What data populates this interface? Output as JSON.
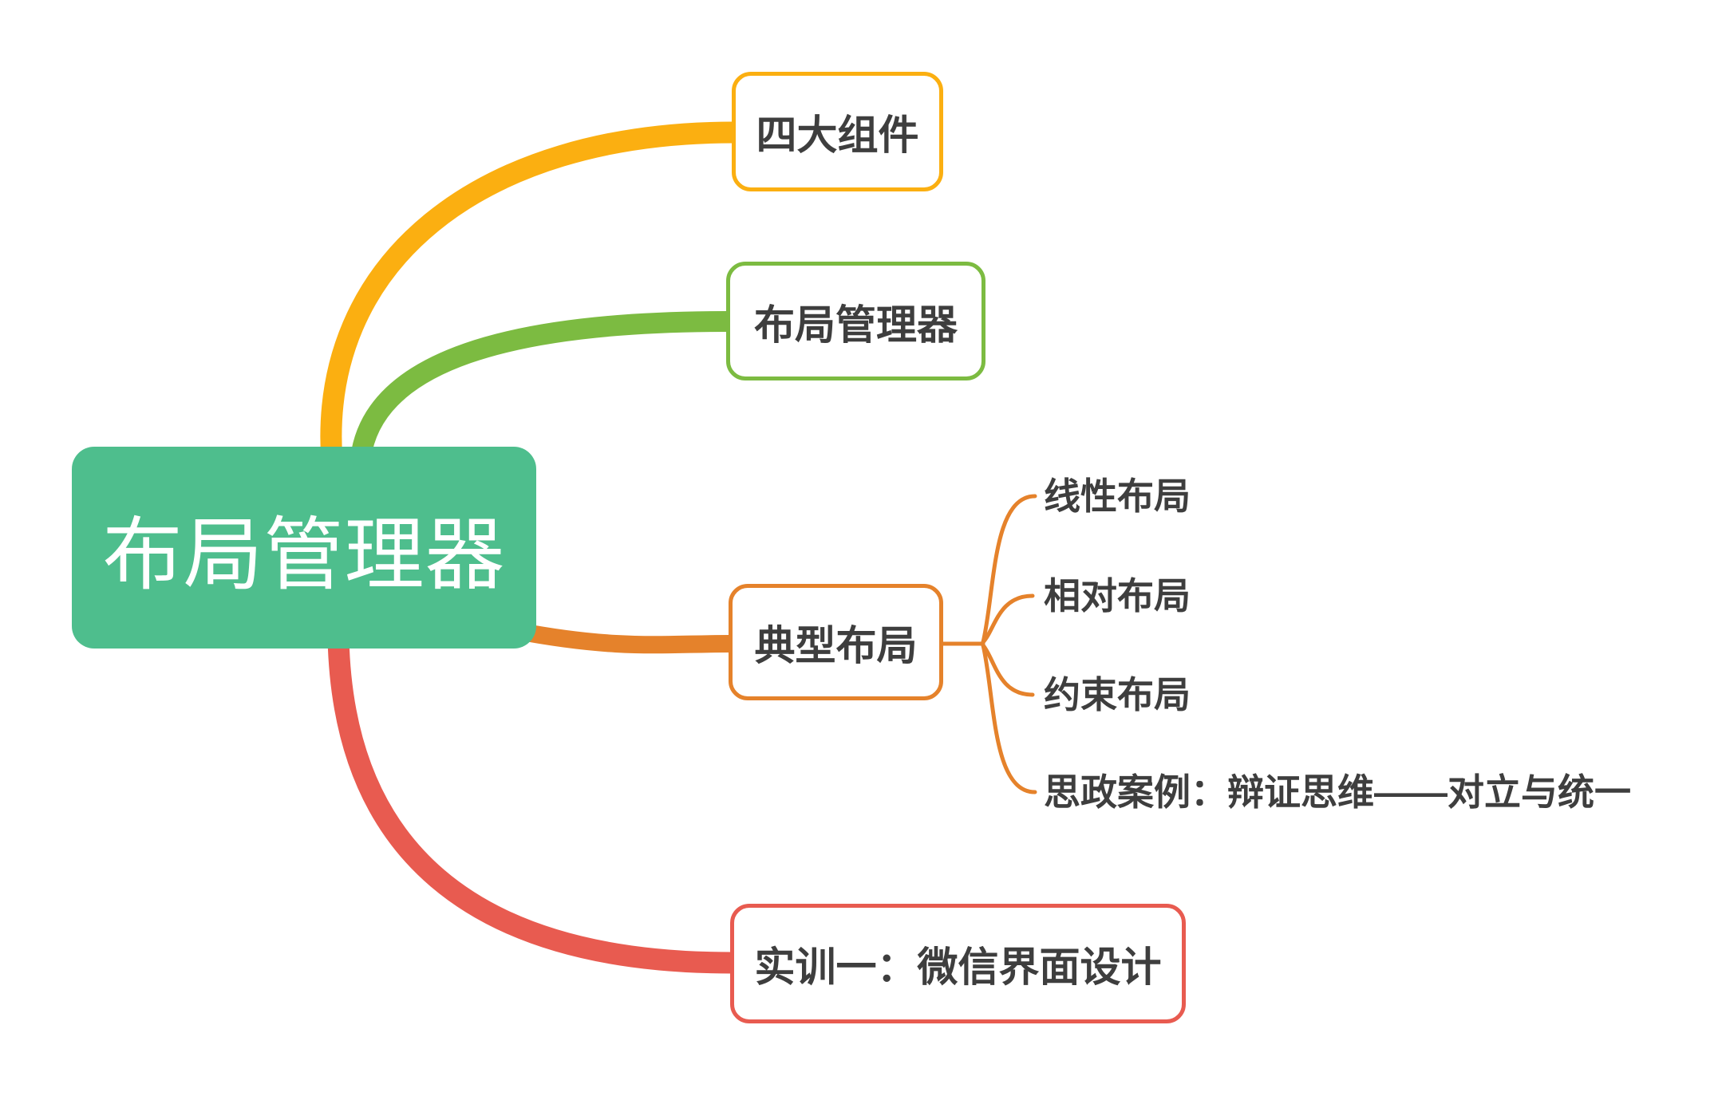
{
  "palette": {
    "background": "#FFFFFF",
    "text": "#3E3E3E"
  },
  "root": {
    "label": "布局管理器",
    "fill_color": "#4EBE8D",
    "text_color": "#FFFFFF"
  },
  "branches": [
    {
      "label": "四大组件",
      "color": "#FBAF11"
    },
    {
      "label": "布局管理器",
      "color": "#7CBB41"
    },
    {
      "label": "典型布局",
      "color": "#E5822B",
      "children": [
        {
          "label": "线性布局"
        },
        {
          "label": "相对布局"
        },
        {
          "label": "约束布局"
        },
        {
          "label": "思政案例：辩证思维——对立与统一"
        }
      ]
    },
    {
      "label": "实训一：微信界面设计",
      "color": "#E85B50"
    }
  ]
}
